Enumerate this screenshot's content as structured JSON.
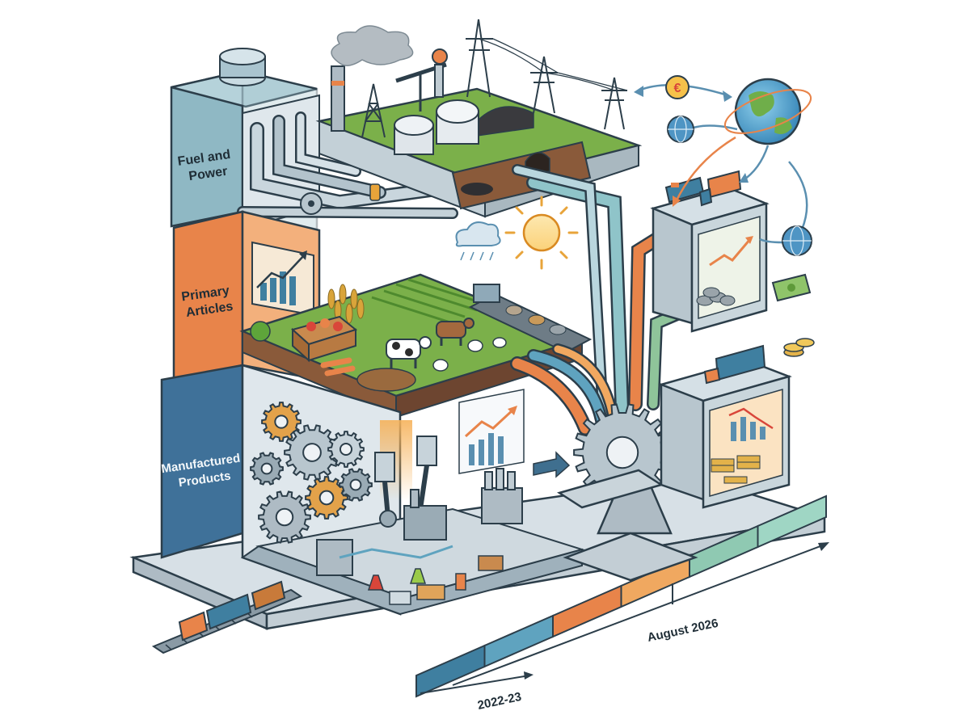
{
  "diagram": {
    "tiers": [
      {
        "label_line1": "Fuel and",
        "label_line2": "Power",
        "color": "#8fb8c4"
      },
      {
        "label_line1": "Primary",
        "label_line2": "Articles",
        "color": "#e8844a"
      },
      {
        "label_line1": "Manufactured",
        "label_line2": "Products",
        "color": "#3f7199"
      }
    ],
    "timeline": {
      "start_label": "2022-23",
      "end_label": "August 2026",
      "segment_colors": [
        "#3f7fa0",
        "#5fa3bf",
        "#e8844a",
        "#f0a860",
        "#8fc9b2",
        "#9fd6c4"
      ]
    },
    "icons": {
      "currency_symbol": "€",
      "globe": "globe-icon",
      "sun": "sun-icon",
      "cloud": "rain-cloud-icon",
      "gear": "gear-icon",
      "truck": "truck-icon",
      "train": "train-icon",
      "money": "banknote-icon",
      "coins": "coin-stack-icon"
    },
    "colors": {
      "outline": "#2c3e4a",
      "steel": "#b8c6ce",
      "grass": "#7bb04a",
      "soil": "#8a5a3a",
      "arrow_orange": "#e8844a",
      "arrow_blue": "#5a8fb0",
      "arrow_green": "#8fc49a"
    }
  }
}
